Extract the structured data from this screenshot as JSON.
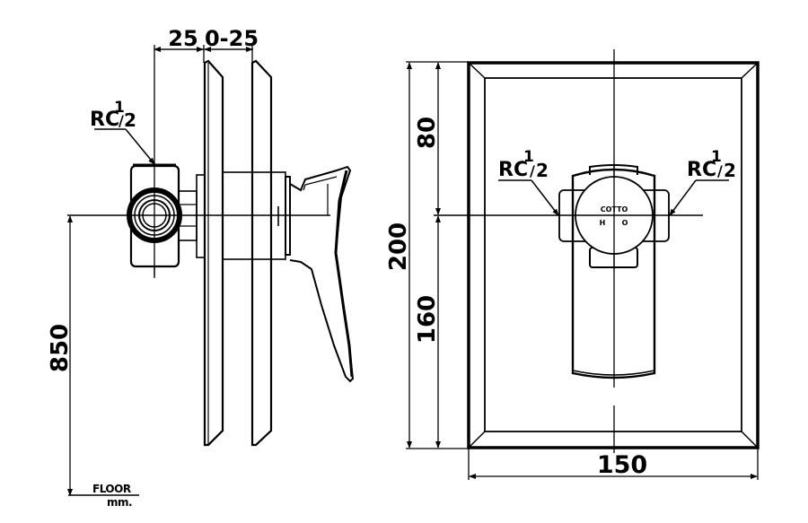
{
  "drawing": {
    "units_label": "mm.",
    "floor_label": "FLOOR",
    "side_view": {
      "dim_top_left": "25",
      "dim_top_right": "0-25",
      "dim_height_from_floor": "850",
      "connection_label": {
        "base": "RC",
        "num": "1",
        "den": "2"
      }
    },
    "front_view": {
      "dim_total_height": "200",
      "dim_upper": "80",
      "dim_lower": "160",
      "dim_width": "150",
      "connection_left": {
        "base": "RC",
        "num": "1",
        "den": "2"
      },
      "connection_right": {
        "base": "RC",
        "num": "1",
        "den": "2"
      },
      "brand_mark": "COTTO",
      "hot_label": "H",
      "cold_label": "O"
    }
  },
  "colors": {
    "line": "#000000",
    "background": "#ffffff"
  }
}
